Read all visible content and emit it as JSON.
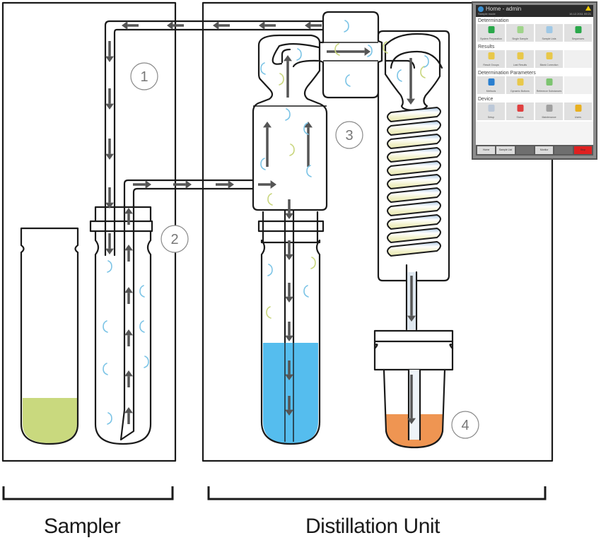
{
  "diagram": {
    "title": "Kjeldahl distillation process",
    "markers": [
      "1",
      "2",
      "3",
      "4"
    ],
    "sections": [
      {
        "id": "sampler",
        "label": "Sampler"
      },
      {
        "id": "distillation",
        "label": "Distillation Unit"
      }
    ],
    "liquids": {
      "sample_tube": {
        "color": "#c9d97e"
      },
      "steam_generator": {
        "color": "#55bdee"
      },
      "receiver": {
        "color": "#ef9552"
      }
    },
    "flow_colors": {
      "arrow": "#555555",
      "steam_swirl": "#7cc4e6",
      "ammonia_swirl": "#c9d67e"
    }
  },
  "tablet": {
    "header": {
      "title": "Home - admin",
      "subtitle": "Sample mode",
      "time": "16.12.2011 09:21",
      "warning_icon": "warning-triangle-icon"
    },
    "sections": [
      {
        "title": "Determination",
        "tiles": [
          {
            "label": "System Preparation",
            "icon": "recycle-icon",
            "color": "#2aa84a"
          },
          {
            "label": "Single Sample",
            "icon": "document-icon",
            "color": "#9fd48a"
          },
          {
            "label": "Sample Lists",
            "icon": "documents-icon",
            "color": "#9fc8e6"
          },
          {
            "label": "Sequences",
            "icon": "sequence-icon",
            "color": "#2aa84a"
          }
        ]
      },
      {
        "title": "Results",
        "tiles": [
          {
            "label": "Result Groups",
            "icon": "folder-icon",
            "color": "#e8c84a"
          },
          {
            "label": "Last Results",
            "icon": "printer-icon",
            "color": "#e8c84a"
          },
          {
            "label": "Blank Correction",
            "icon": "report-icon",
            "color": "#e8c84a"
          },
          {
            "label": "",
            "icon": "",
            "color": ""
          }
        ]
      },
      {
        "title": "Determination Parameters",
        "tiles": [
          {
            "label": "Methods",
            "icon": "book-icon",
            "color": "#2a7fd0"
          },
          {
            "label": "Dynamic Buttons",
            "icon": "bulb-icon",
            "color": "#e8c84a"
          },
          {
            "label": "Reference Substances",
            "icon": "clipboard-icon",
            "color": "#7cc470"
          },
          {
            "label": "",
            "icon": "",
            "color": ""
          }
        ]
      },
      {
        "title": "Device",
        "tiles": [
          {
            "label": "Setup",
            "icon": "settings-sheet-icon",
            "color": "#bcc8d8"
          },
          {
            "label": "Status",
            "icon": "thermometer-icon",
            "color": "#e04040"
          },
          {
            "label": "Maintenance",
            "icon": "wrench-icon",
            "color": "#a0a0a0"
          },
          {
            "label": "Users",
            "icon": "key-icon",
            "color": "#e8b020"
          }
        ]
      }
    ],
    "footer": [
      {
        "label": "Home",
        "style": "light"
      },
      {
        "label": "Sample List",
        "style": "light"
      },
      {
        "label": "",
        "style": "dark"
      },
      {
        "label": "Monitor",
        "style": "light"
      },
      {
        "label": "",
        "style": "dark"
      },
      {
        "label": "Stop",
        "style": "red"
      }
    ]
  }
}
